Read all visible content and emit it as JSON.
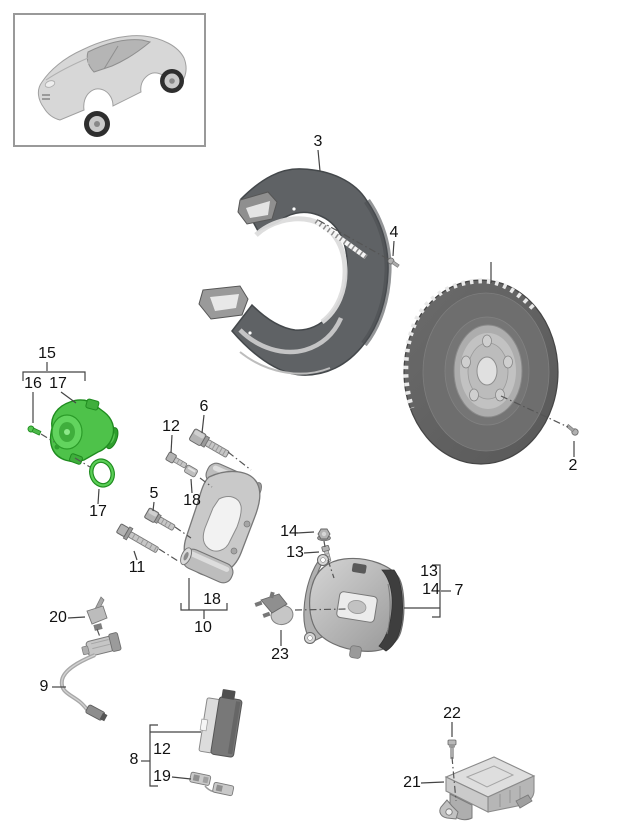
{
  "colors": {
    "background": "#ffffff",
    "part_highlight_green": "#4ec24a",
    "callout_text": "#111111",
    "leader_line": "#4a4a4a",
    "inset_border": "#999999",
    "metal_light": "#d9d9d9",
    "metal_mid": "#a8a8a8",
    "metal_dark": "#5a5a5a",
    "caliper_band": "#3e3e3e"
  },
  "icons": {
    "vehicle_thumbnail": "suv-three-quarter-view"
  },
  "callouts": {
    "c3": "3",
    "c4": "4",
    "c2": "2",
    "c15": "15",
    "c16": "16",
    "c17_upper": "17",
    "c17_lower": "17",
    "c6": "6",
    "c12_carrier": "12",
    "c18_upper": "18",
    "c5": "5",
    "c11": "11",
    "c18_lower": "18",
    "c10": "10",
    "c14_left": "14",
    "c13_left": "13",
    "c13_right": "13",
    "c14_right": "14",
    "c7": "7",
    "c23": "23",
    "c20": "20",
    "c9": "9",
    "c8": "8",
    "c12_pad": "12",
    "c19": "19",
    "c22": "22",
    "c21": "21"
  }
}
